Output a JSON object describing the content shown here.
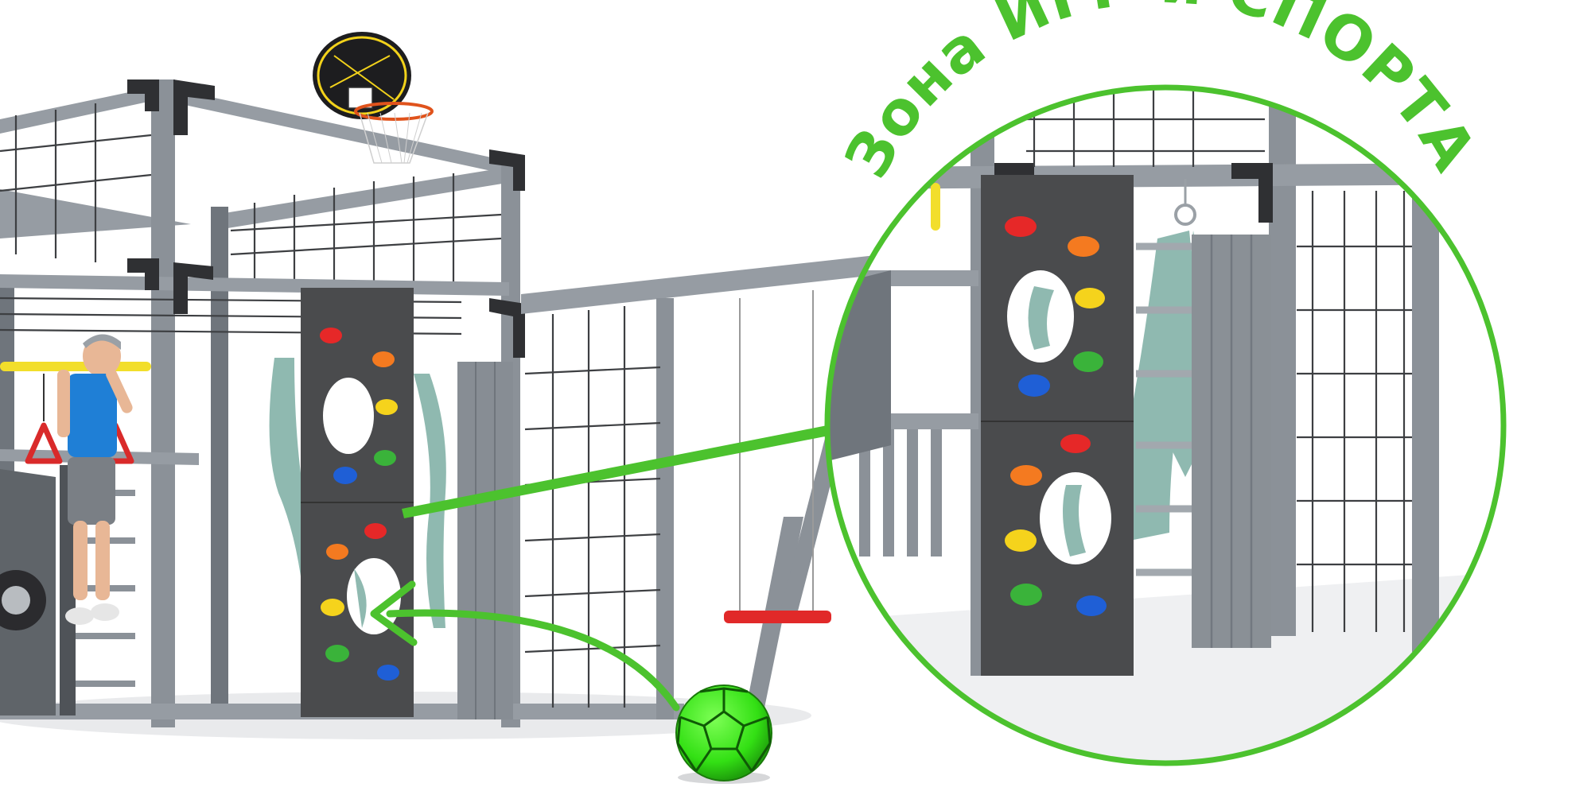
{
  "heading": "Зона ИГР и СПОРТА",
  "colors": {
    "accent_green": "#4cc22e",
    "wood_gray": "#8b9198",
    "climb_panel": "#4a4b4d",
    "ball_green": "#3df01a"
  },
  "holds": [
    "red",
    "orange",
    "yellow",
    "green",
    "blue"
  ]
}
